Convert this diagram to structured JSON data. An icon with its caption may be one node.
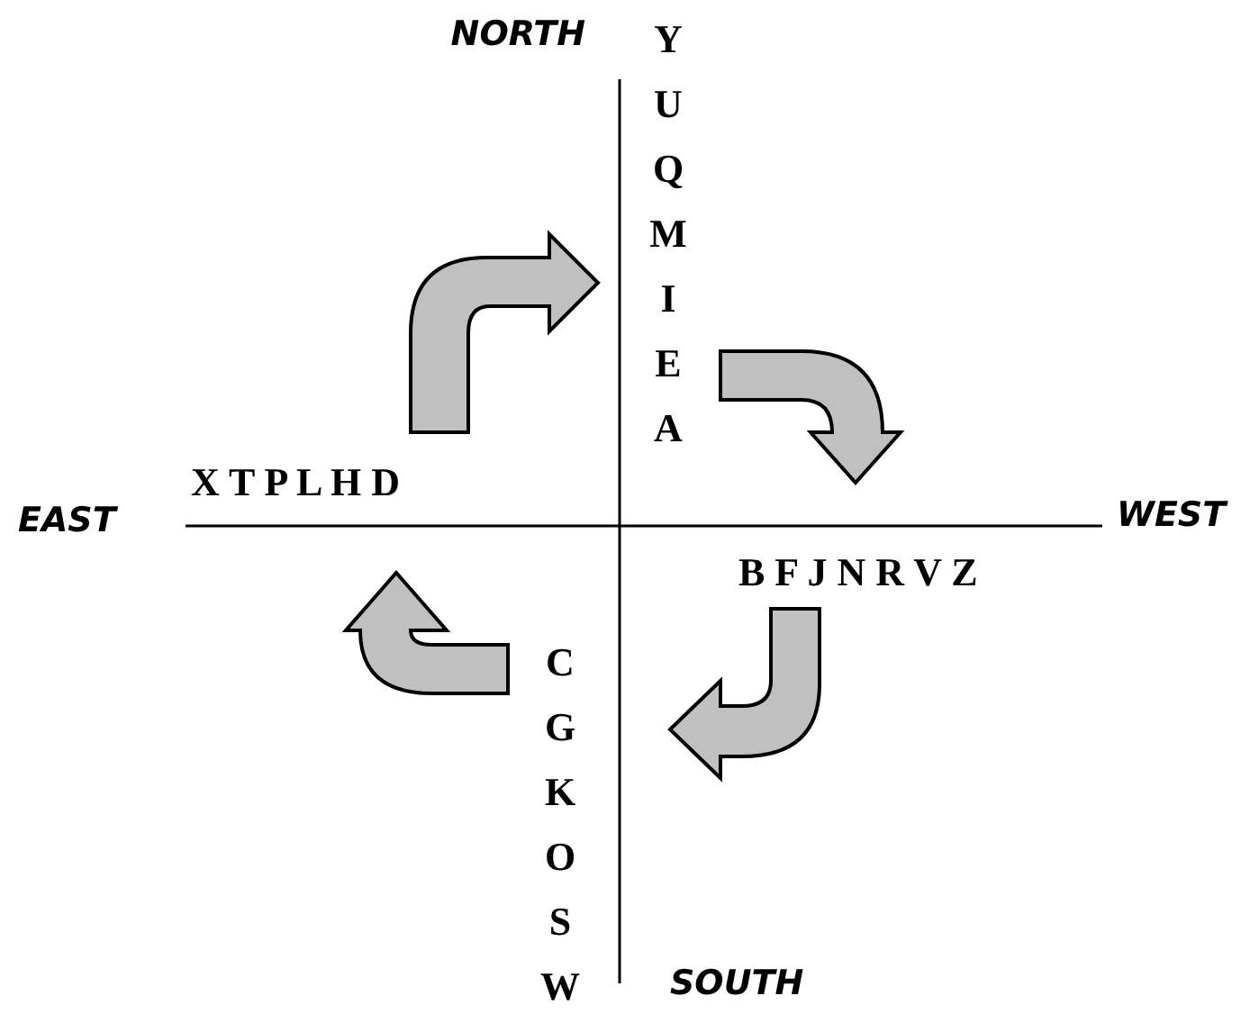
{
  "diagram": {
    "labels": [
      "NORTH",
      "Y U Q M I E A",
      "X T P L H D",
      "EAST",
      "WEST",
      "B F J N R V Z",
      "C G K O S W",
      "SOUTH"
    ]
  }
}
